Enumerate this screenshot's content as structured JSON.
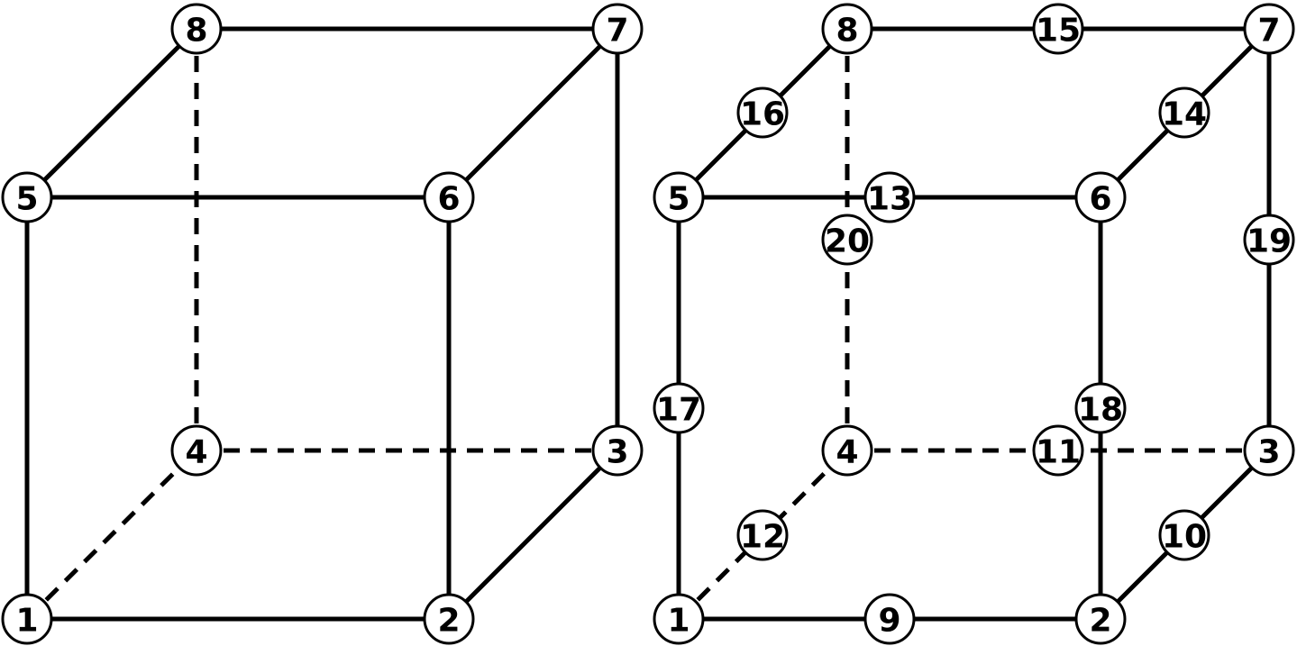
{
  "colors": {
    "line": "#000000",
    "node_fill": "#ffffff",
    "background": "#ffffff"
  },
  "cubes": [
    {
      "id": "8-node-hexahedron",
      "node_labels": [
        "1",
        "2",
        "3",
        "4",
        "5",
        "6",
        "7",
        "8"
      ]
    },
    {
      "id": "20-node-hexahedron",
      "node_labels": [
        "1",
        "2",
        "3",
        "4",
        "5",
        "6",
        "7",
        "8",
        "9",
        "10",
        "11",
        "12",
        "13",
        "14",
        "15",
        "16",
        "17",
        "18",
        "19",
        "20"
      ]
    }
  ]
}
